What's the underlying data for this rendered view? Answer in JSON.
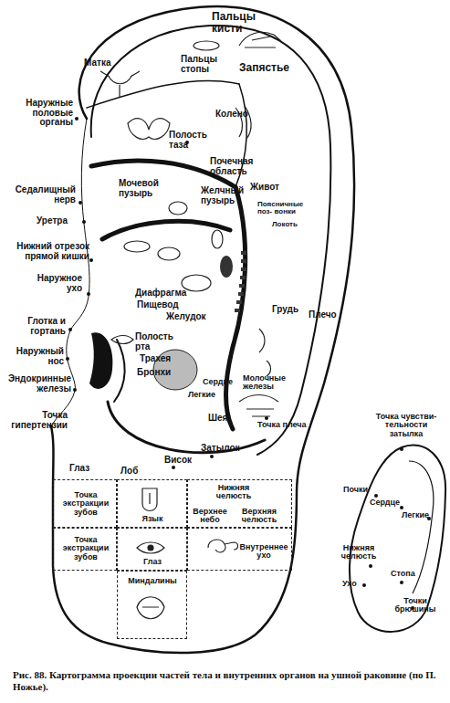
{
  "diagram": {
    "caption": "Рис. 88. Картограмма проекции частей тела и внутренних органов на ушной раковине (по П. Ножье).",
    "nodes": [
      {
        "text": [
          "Точка экстракции зубов"
        ]
      },
      {
        "text": [
          "Язык"
        ]
      },
      {
        "text": [
          "Нижняя челюсть",
          "Верхнее небо",
          "Верхняя челюсть"
        ]
      },
      {
        "text": [
          "Точка экстракции зубов"
        ]
      },
      {
        "text": [
          "Глаз"
        ]
      },
      {
        "text": [
          "Внутреннее ухо"
        ]
      },
      {
        "text": [
          "Миндалины"
        ]
      }
    ],
    "labels": [
      "Пальцы кисти",
      "Матка",
      "Пальцы стопы",
      "Запястье",
      "Наружные половые органы",
      "Колено",
      "Полость таза",
      "Почечная область",
      "Седалищный нерв",
      "Мочевой пузырь",
      "Желчный пузырь",
      "Живот",
      "Поясничные поз- вонки",
      "Локоть",
      "Уретра",
      "Нижний отрезок прямой кишки",
      "Наружное ухо",
      "Диафрагма",
      "Пищевод",
      "Желудок",
      "Грудь",
      "Плечо",
      "Глотка и гортань",
      "Полость рта",
      "Трахея",
      "Наружный нос",
      "Бронхи",
      "Эндокринные железы",
      "Сердце",
      "Легкие",
      "Молочные железы",
      "Шея",
      "Точка гипертензии",
      "Точка плеча",
      "Затылок",
      "Висок",
      "Глаз",
      "Лоб",
      "Точка чувстви- тельности затылка",
      "Почки",
      "Сердце",
      "Легкие",
      "Нижняя челюсть",
      "Ухо",
      "Стопа",
      "Точки брюшины"
    ]
  }
}
